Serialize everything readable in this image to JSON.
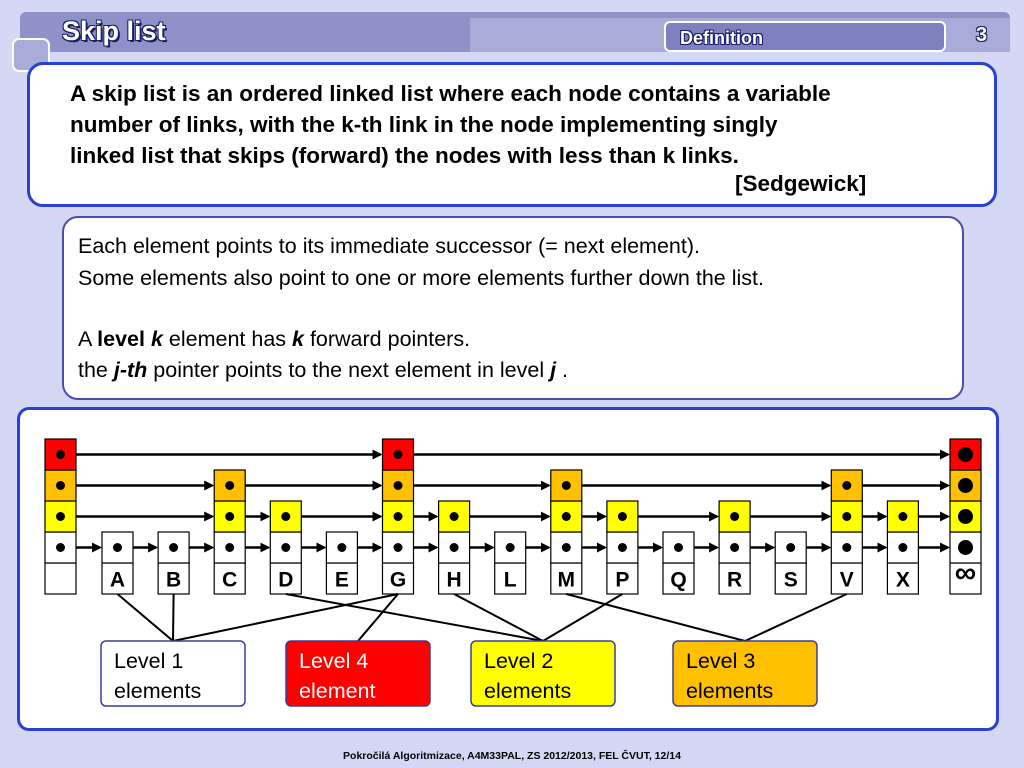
{
  "header": {
    "title": "Skip list",
    "section": "Definition",
    "page_number": "3"
  },
  "definition": {
    "lines": [
      "A skip list is an ordered linked list where each node contains a variable",
      "number of links, with the k-th link in the node implementing singly",
      "linked list that skips (forward) the nodes with less than k links."
    ],
    "citation": "[Sedgewick]"
  },
  "explanation": {
    "line1": "Each element points to its immediate successor (= next element).",
    "line2": "Some elements also point to one or more elements further down the list.",
    "line3": {
      "pre": "A ",
      "b1": "level",
      "sp": " ",
      "b2": "k",
      "mid": " element has ",
      "b3": "k",
      "post": " forward pointers."
    },
    "line4": {
      "pre": "the ",
      "b1": "j-th",
      "mid": " pointer points to the next element in level ",
      "b2": "j",
      "post": " ."
    }
  },
  "diagram": {
    "colors": {
      "level1": "#ffffff",
      "level2": "#ffff00",
      "level3": "#ffc000",
      "level4": "#ff0000"
    },
    "head": {
      "levels": 4
    },
    "nodes": [
      {
        "key": "A",
        "levels": 1
      },
      {
        "key": "B",
        "levels": 1
      },
      {
        "key": "C",
        "levels": 3
      },
      {
        "key": "D",
        "levels": 2
      },
      {
        "key": "E",
        "levels": 1
      },
      {
        "key": "G",
        "levels": 4
      },
      {
        "key": "H",
        "levels": 2
      },
      {
        "key": "L",
        "levels": 1
      },
      {
        "key": "M",
        "levels": 3
      },
      {
        "key": "P",
        "levels": 2
      },
      {
        "key": "Q",
        "levels": 1
      },
      {
        "key": "R",
        "levels": 2
      },
      {
        "key": "S",
        "levels": 1
      },
      {
        "key": "V",
        "levels": 3
      },
      {
        "key": "X",
        "levels": 2
      }
    ],
    "tail": {
      "key": "∞",
      "levels": 4
    },
    "legend": [
      {
        "line1": "Level 1",
        "line2": "elements",
        "level": 1,
        "members": [
          "A",
          "B",
          "G"
        ]
      },
      {
        "line1": "Level 4",
        "line2": "element",
        "level": 4,
        "members": [
          "G"
        ]
      },
      {
        "line1": "Level 2",
        "line2": "elements",
        "level": 2,
        "members": [
          "D",
          "H",
          "P"
        ]
      },
      {
        "line1": "Level 3",
        "line2": "elements",
        "level": 3,
        "members": [
          "M",
          "V"
        ]
      }
    ]
  },
  "footer": "Pokročilá Algoritmizace, A4M33PAL, ZS 2012/2013, FEL ČVUT,  12/14"
}
